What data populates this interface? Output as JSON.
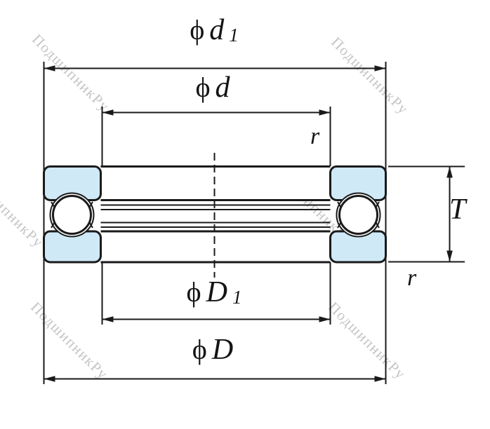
{
  "watermark": {
    "text": "ПодшипникРу"
  },
  "labels": {
    "d1": {
      "phi": "ϕ",
      "letter": "d",
      "sub": "1"
    },
    "d": {
      "phi": "ϕ",
      "letter": "d"
    },
    "D1": {
      "phi": "ϕ",
      "letter": "D",
      "sub": "1"
    },
    "D": {
      "phi": "ϕ",
      "letter": "D"
    },
    "T": {
      "letter": "T"
    },
    "r_top": {
      "letter": "r"
    },
    "r_right": {
      "letter": "r"
    }
  },
  "colors": {
    "line": "#1a1a1a",
    "washer_fill": "#cfe9f7",
    "watermark": "#9d9d9d",
    "background": "#ffffff"
  }
}
